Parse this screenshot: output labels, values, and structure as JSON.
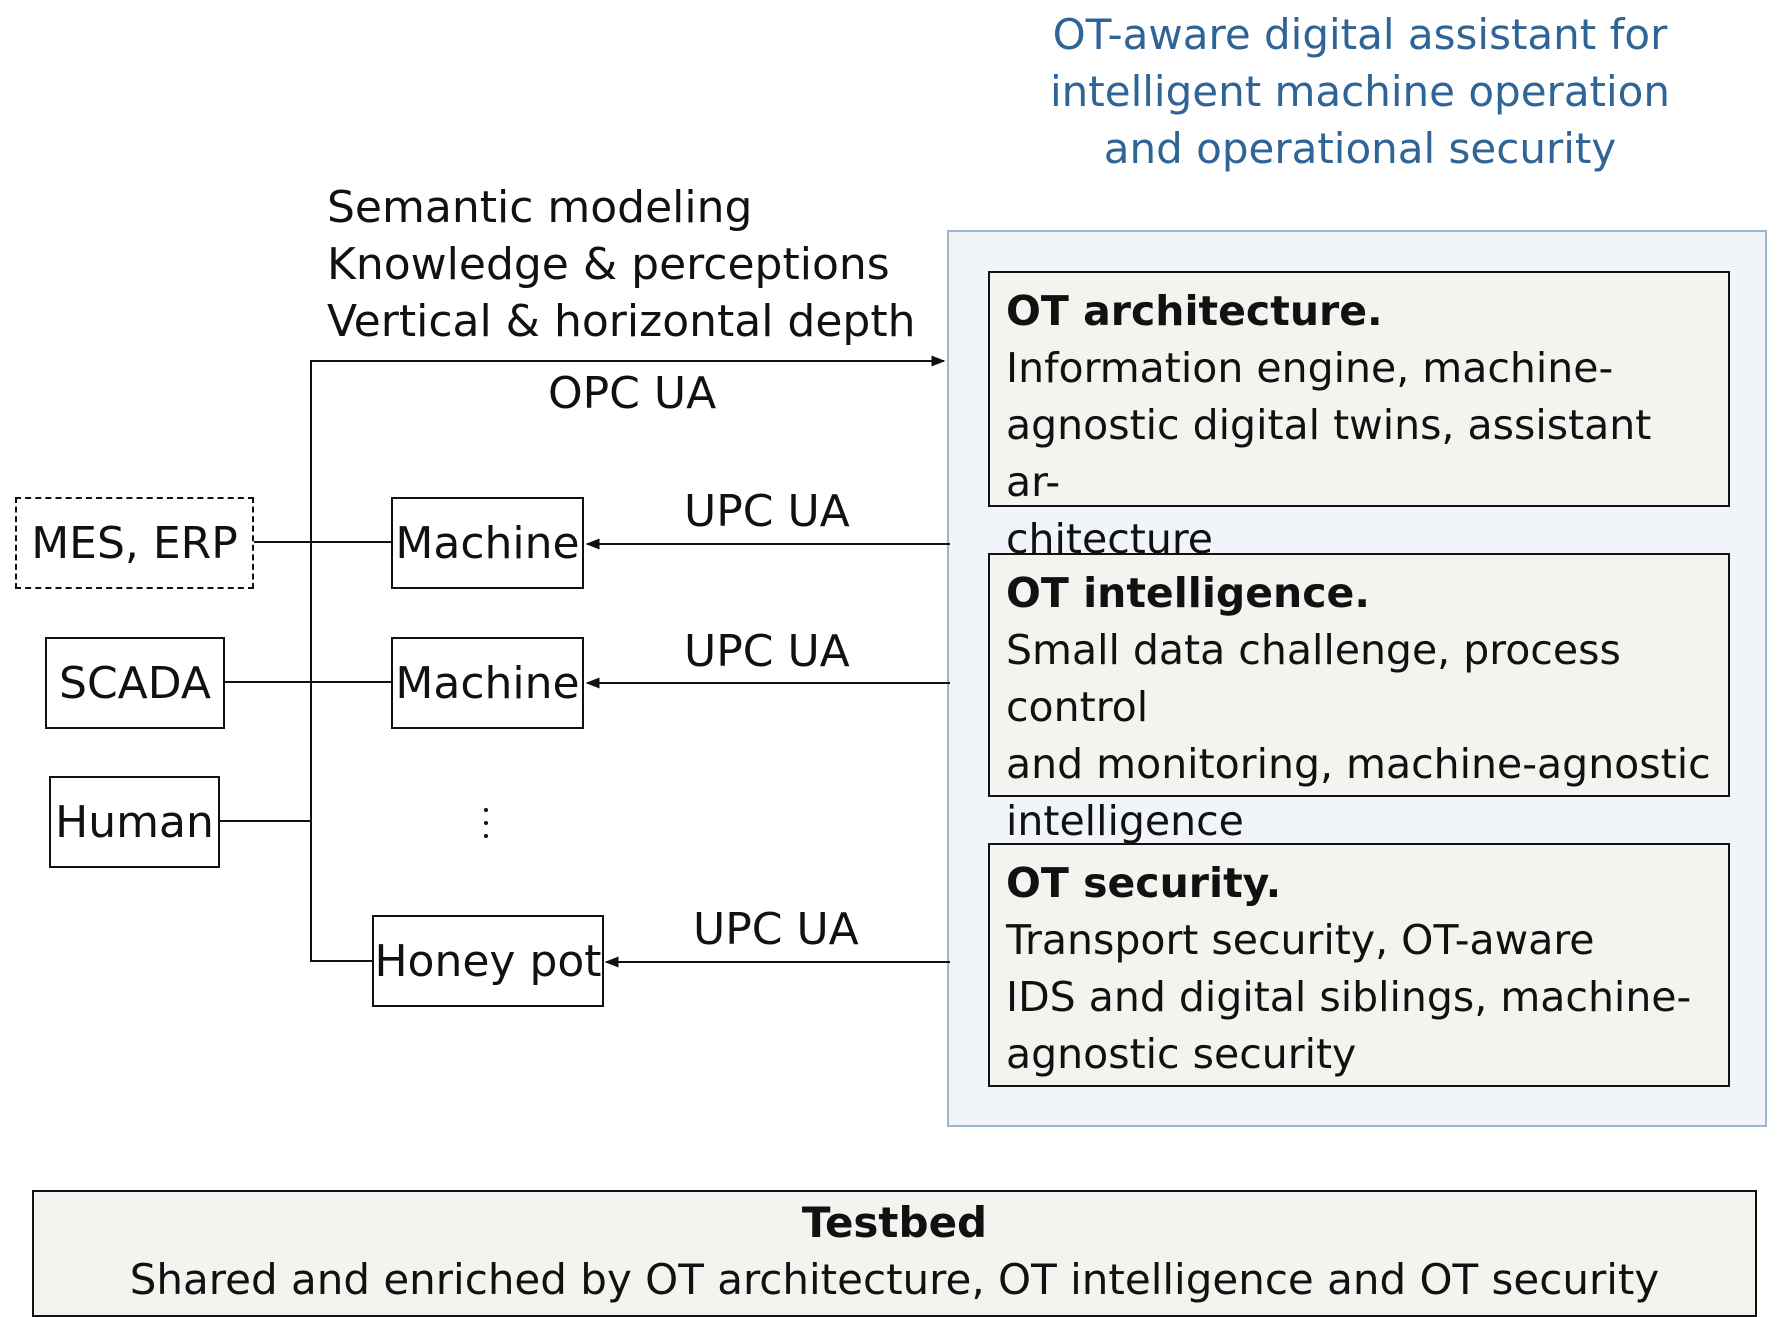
{
  "title_lines": [
    "OT-aware digital assistant for",
    "intelligent machine operation",
    "and operational security"
  ],
  "top_labels": [
    "Semantic modeling",
    "Knowledge & perceptions",
    "Vertical & horizontal depth"
  ],
  "opc_label": "OPC UA",
  "left_nodes": {
    "mes_erp": "MES, ERP",
    "scada": "SCADA",
    "human": "Human"
  },
  "machines": [
    {
      "label": "Machine",
      "link": "UPC UA"
    },
    {
      "label": "Machine",
      "link": "UPC UA"
    },
    {
      "label": "Honey pot",
      "link": "UPC UA"
    }
  ],
  "cards": [
    {
      "head": "OT architecture.",
      "body": "Information engine, machine-\nagnostic digital twins, assistant ar-\nchitecture"
    },
    {
      "head": "OT intelligence.",
      "body": "Small data challenge, process control\nand monitoring, machine-agnostic\nintelligence"
    },
    {
      "head": "OT security.",
      "body": "Transport security, OT-aware\nIDS and digital siblings, machine-\nagnostic security"
    }
  ],
  "testbed": {
    "head": "Testbed",
    "body": "Shared and enriched by OT architecture, OT intelligence and OT security"
  },
  "colors": {
    "title": "#2f6496",
    "panel_fill": "#f1f5fa",
    "panel_border": "#9fb6cf",
    "card_fill": "#f4f3ef"
  }
}
